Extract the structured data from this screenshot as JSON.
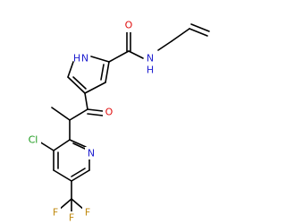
{
  "molecule": {
    "colors": {
      "carbon": "#000000",
      "nitrogen": "#2020d0",
      "oxygen": "#e01010",
      "chlorine": "#1a9a1a",
      "fluorine": "#c08a10"
    },
    "atoms": {
      "amide_o": "O",
      "amide_n": "N",
      "amide_h": "H",
      "pyrrole_n": "N",
      "pyrrole_h": "H",
      "ketone_o": "O",
      "cl": "Cl",
      "pyridine_n": "N",
      "f1": "F",
      "f2": "F",
      "f3": "F"
    }
  }
}
